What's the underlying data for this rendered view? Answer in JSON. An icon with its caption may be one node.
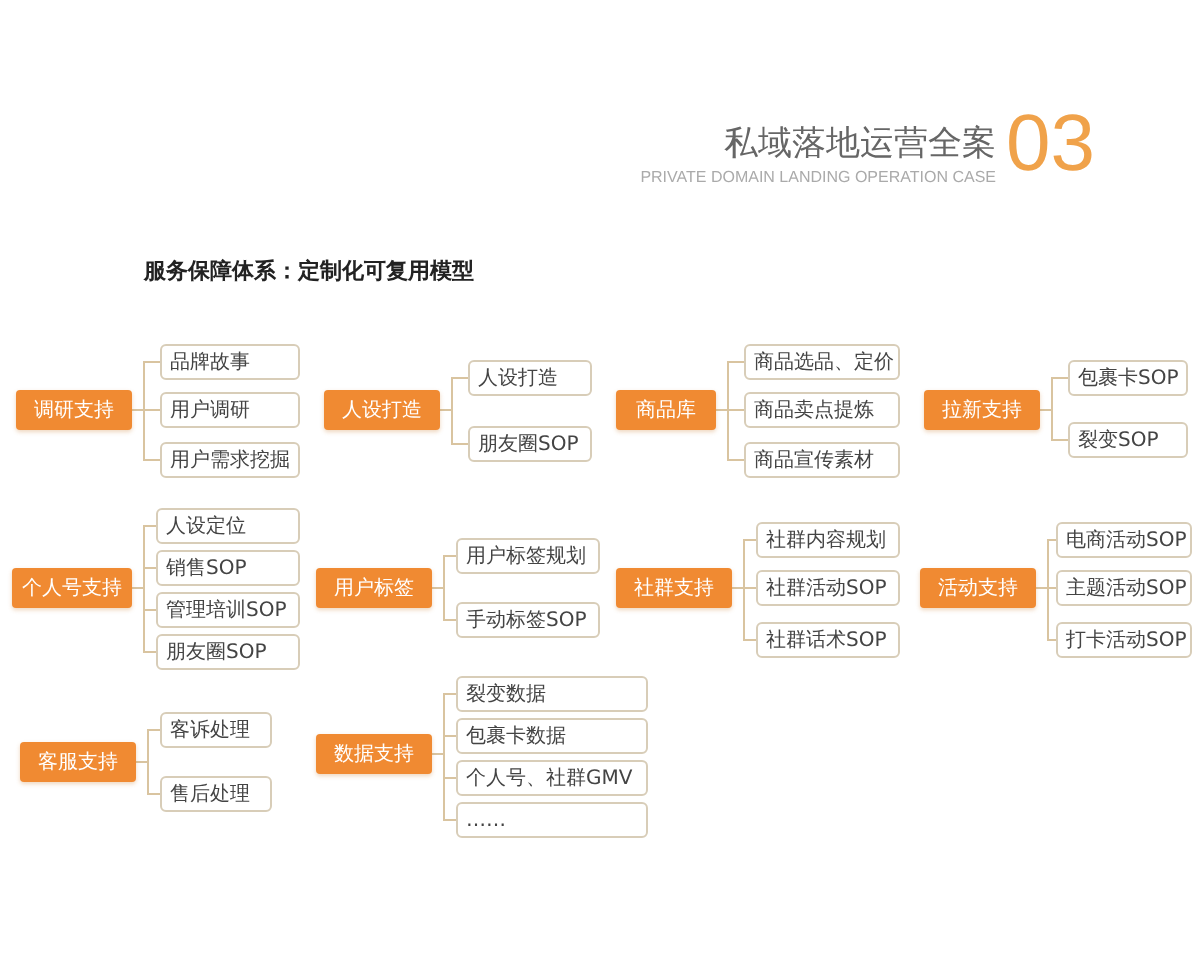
{
  "diagram": {
    "title": "服务保障体系：定制化可复用模型",
    "labels": [
      "私域落地运营全案",
      "PRIVATE DOMAIN LANDING OPERATION CASE",
      "03"
    ],
    "nodes": [
      {
        "text": [
          "调研支持"
        ]
      },
      {
        "text": [
          "品牌故事"
        ]
      },
      {
        "text": [
          "用户调研"
        ]
      },
      {
        "text": [
          "用户需求挖掘"
        ]
      },
      {
        "text": [
          "人设打造"
        ]
      },
      {
        "text": [
          "人设打造"
        ]
      },
      {
        "text": [
          "朋友圈SOP"
        ]
      },
      {
        "text": [
          "商品库"
        ]
      },
      {
        "text": [
          "商品选品、定价"
        ]
      },
      {
        "text": [
          "商品卖点提炼"
        ]
      },
      {
        "text": [
          "商品宣传素材"
        ]
      },
      {
        "text": [
          "拉新支持"
        ]
      },
      {
        "text": [
          "包裹卡SOP"
        ]
      },
      {
        "text": [
          "裂变SOP"
        ]
      },
      {
        "text": [
          "个人号支持"
        ]
      },
      {
        "text": [
          "人设定位"
        ]
      },
      {
        "text": [
          "销售SOP"
        ]
      },
      {
        "text": [
          "管理培训SOP"
        ]
      },
      {
        "text": [
          "朋友圈SOP"
        ]
      },
      {
        "text": [
          "用户标签"
        ]
      },
      {
        "text": [
          "用户标签规划"
        ]
      },
      {
        "text": [
          "手动标签SOP"
        ]
      },
      {
        "text": [
          "社群支持"
        ]
      },
      {
        "text": [
          "社群内容规划"
        ]
      },
      {
        "text": [
          "社群活动SOP"
        ]
      },
      {
        "text": [
          "社群话术SOP"
        ]
      },
      {
        "text": [
          "活动支持"
        ]
      },
      {
        "text": [
          "电商活动SOP"
        ]
      },
      {
        "text": [
          "主题活动SOP"
        ]
      },
      {
        "text": [
          "打卡活动SOP"
        ]
      },
      {
        "text": [
          "客服支持"
        ]
      },
      {
        "text": [
          "客诉处理"
        ]
      },
      {
        "text": [
          "售后处理"
        ]
      },
      {
        "text": [
          "数据支持"
        ]
      },
      {
        "text": [
          "裂变数据"
        ]
      },
      {
        "text": [
          "包裹卡数据"
        ]
      },
      {
        "text": [
          "个人号、社群GMV"
        ]
      },
      {
        "text": [
          "……"
        ]
      }
    ],
    "edges": [
      {
        "from": 0,
        "to": 1,
        "arrow": "none"
      },
      {
        "from": 0,
        "to": 2,
        "arrow": "none"
      },
      {
        "from": 0,
        "to": 3,
        "arrow": "none"
      },
      {
        "from": 4,
        "to": 5,
        "arrow": "none"
      },
      {
        "from": 4,
        "to": 6,
        "arrow": "none"
      },
      {
        "from": 7,
        "to": 8,
        "arrow": "none"
      },
      {
        "from": 7,
        "to": 9,
        "arrow": "none"
      },
      {
        "from": 7,
        "to": 10,
        "arrow": "none"
      },
      {
        "from": 11,
        "to": 12,
        "arrow": "none"
      },
      {
        "from": 11,
        "to": 13,
        "arrow": "none"
      },
      {
        "from": 14,
        "to": 15,
        "arrow": "none"
      },
      {
        "from": 14,
        "to": 16,
        "arrow": "none"
      },
      {
        "from": 14,
        "to": 17,
        "arrow": "none"
      },
      {
        "from": 14,
        "to": 18,
        "arrow": "none"
      },
      {
        "from": 19,
        "to": 20,
        "arrow": "none"
      },
      {
        "from": 19,
        "to": 21,
        "arrow": "none"
      },
      {
        "from": 22,
        "to": 23,
        "arrow": "none"
      },
      {
        "from": 22,
        "to": 24,
        "arrow": "none"
      },
      {
        "from": 22,
        "to": 25,
        "arrow": "none"
      },
      {
        "from": 26,
        "to": 27,
        "arrow": "none"
      },
      {
        "from": 26,
        "to": 28,
        "arrow": "none"
      },
      {
        "from": 26,
        "to": 29,
        "arrow": "none"
      },
      {
        "from": 30,
        "to": 31,
        "arrow": "none"
      },
      {
        "from": 30,
        "to": 32,
        "arrow": "none"
      },
      {
        "from": 33,
        "to": 34,
        "arrow": "none"
      },
      {
        "from": 33,
        "to": 35,
        "arrow": "none"
      },
      {
        "from": 33,
        "to": 36,
        "arrow": "none"
      },
      {
        "from": 33,
        "to": 37,
        "arrow": "none"
      }
    ]
  }
}
